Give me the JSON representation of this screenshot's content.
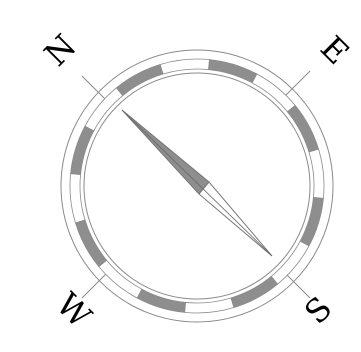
{
  "compass": {
    "directions": {
      "north": "N",
      "east": "E",
      "south": "S",
      "west": "W"
    },
    "needle_heading_deg": 135,
    "colors": {
      "ring_stroke": "#8a8a8a",
      "segment_dark": "#8e8e8e",
      "segment_light": "#ffffff",
      "needle_fill": "#8e8e8e",
      "needle_stroke": "#555555",
      "label": "#000000"
    }
  }
}
